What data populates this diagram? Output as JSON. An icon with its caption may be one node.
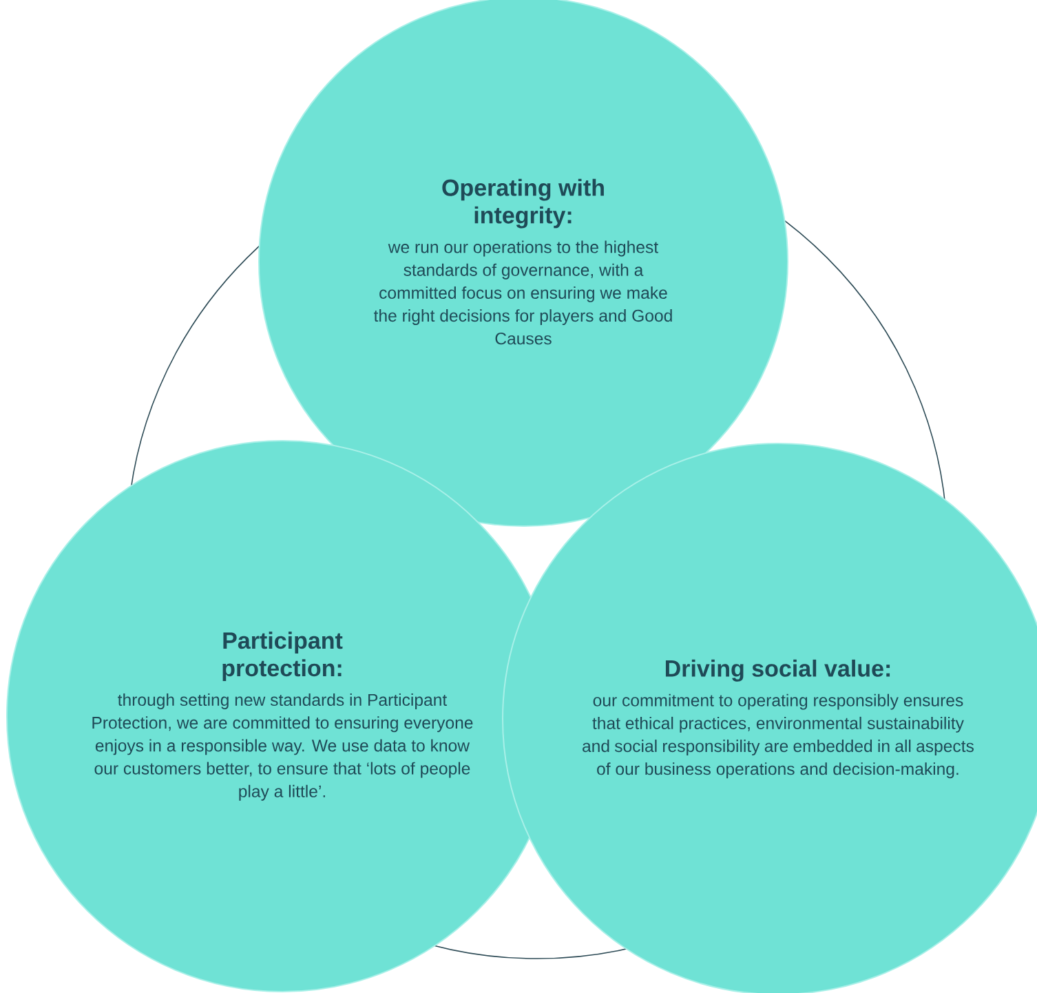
{
  "diagram": {
    "nodes": [
      {
        "text": [
          "Operating with integrity:",
          "we run our operations to the highest standards of governance, with a committed focus on ensuring we make the right decisions for players and Good Causes"
        ]
      },
      {
        "text": [
          "Participant protection:",
          "through setting new standards in Participant Protection, we are committed to ensuring everyone enjoys in a responsible way. We use data to know our customers better, to ensure that ‘lots of people play a little’."
        ]
      },
      {
        "text": [
          "Driving social value:",
          "our commitment to operating responsibly ensures that ethical practices, environmental sustainability and social responsibility are embedded in all aspects of our business operations and decision-making."
        ]
      }
    ]
  }
}
